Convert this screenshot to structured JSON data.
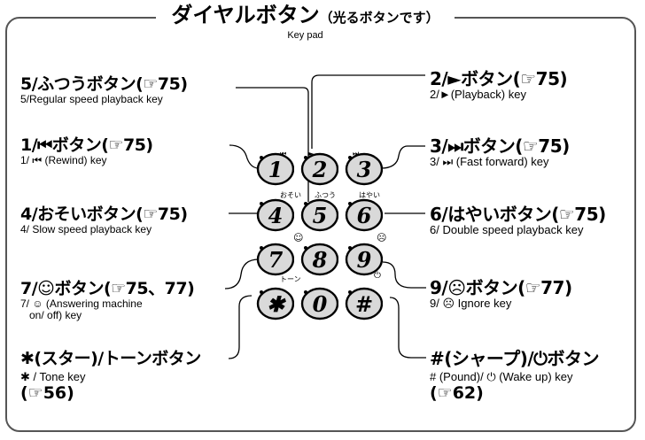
{
  "title": {
    "jp": "ダイヤルボタン",
    "paren": "（光るボタンです）",
    "en": "Key pad"
  },
  "labels": {
    "k5": {
      "jp": "5/ふつうボタン(☞75)",
      "en": "5/Regular speed playback key"
    },
    "k2": {
      "jp": "2/►ボタン(☞75)",
      "en": "2/►(Playback) key"
    },
    "k1": {
      "jp": "1/⏮ボタン(☞75)",
      "en": "1/ ⏮ (Rewind) key"
    },
    "k3": {
      "jp": "3/⏭ボタン(☞75)",
      "en": "3/ ⏭ (Fast forward) key"
    },
    "k4": {
      "jp": "4/おそいボタン(☞75)",
      "en": "4/ Slow speed    playback key"
    },
    "k6": {
      "jp": "6/はやいボタン(☞75)",
      "en": "6/ Double speed playback key"
    },
    "k7": {
      "jp": "7/☺ボタン(☞75、77)",
      "en1": "7/ ☺ (Answering machine",
      "en2": "on/ off) key"
    },
    "k9": {
      "jp": "9/☹ボタン(☞77)",
      "en": "9/ ☹ Ignore key"
    },
    "star": {
      "jp": "✱(スター)/トーンボタン",
      "en": "✱ / Tone key",
      "ref": "(☞56)"
    },
    "pound": {
      "jp": "#(シャープ)/⏻ボタン",
      "en": "# (Pound)/ ⏻ (Wake up) key",
      "ref": "(☞62)"
    }
  },
  "keys": [
    "1",
    "2",
    "3",
    "4",
    "5",
    "6",
    "7",
    "8",
    "9",
    "✱",
    "0",
    "#"
  ],
  "key_marks": {
    "m1": "⏮",
    "m2": "►",
    "m3": "⏭",
    "m4": "おそい",
    "m5": "ふつう",
    "m6": "はやい",
    "m7": "☺",
    "m9": "☹",
    "m_star": "トーン",
    "m_pound": "⏻"
  }
}
